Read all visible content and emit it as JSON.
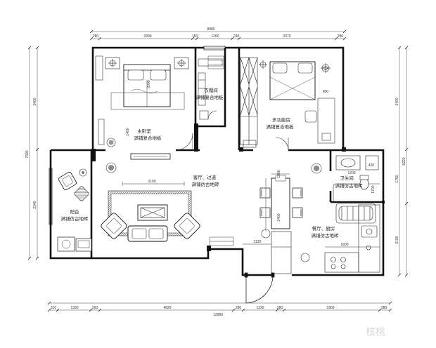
{
  "dimensions": {
    "top_total": "8980",
    "top_segments": [
      "280",
      "3390",
      "150",
      "1260",
      "240",
      "3370",
      "280"
    ],
    "bottom_total": "12980",
    "bottom_segments": [
      "310",
      "1330",
      "260",
      "4820",
      "280",
      "1220",
      "280",
      "3360",
      "280"
    ],
    "left_total": "7590",
    "left_segments": [
      "3400",
      "2340"
    ],
    "right_total": "8220",
    "right_segments": [
      "3400",
      "1750",
      "2100"
    ],
    "inner": {
      "sofa_width": "2100",
      "dining_width": "1800",
      "table_length": "2400",
      "kitchen_1130": "1130",
      "kitchen_1600": "1600",
      "wardrobe_800": "800",
      "bed_1450": "1450",
      "bath_1200": "1200",
      "bath_1700": "1700",
      "bed_2000": "2000",
      "bath_tub": "420"
    }
  },
  "rooms": {
    "master": {
      "name": "主卧室",
      "floor": "满铺复合地板"
    },
    "closet": {
      "name": "衣帽间",
      "floor": "满铺复合地板"
    },
    "multi": {
      "name": "多功能房",
      "floor": "满铺复合地板"
    },
    "living": {
      "name": "客厅、过道",
      "floor": "满铺仿古地砖"
    },
    "balcony": {
      "name": "阳台",
      "floor": "满铺仿古地砖"
    },
    "bath": {
      "name": "卫生间",
      "floor": "满铺仿古地砖"
    },
    "dining": {
      "name": "餐厅、厨房",
      "floor": "满铺仿古地砖"
    }
  },
  "watermark": "核桃"
}
